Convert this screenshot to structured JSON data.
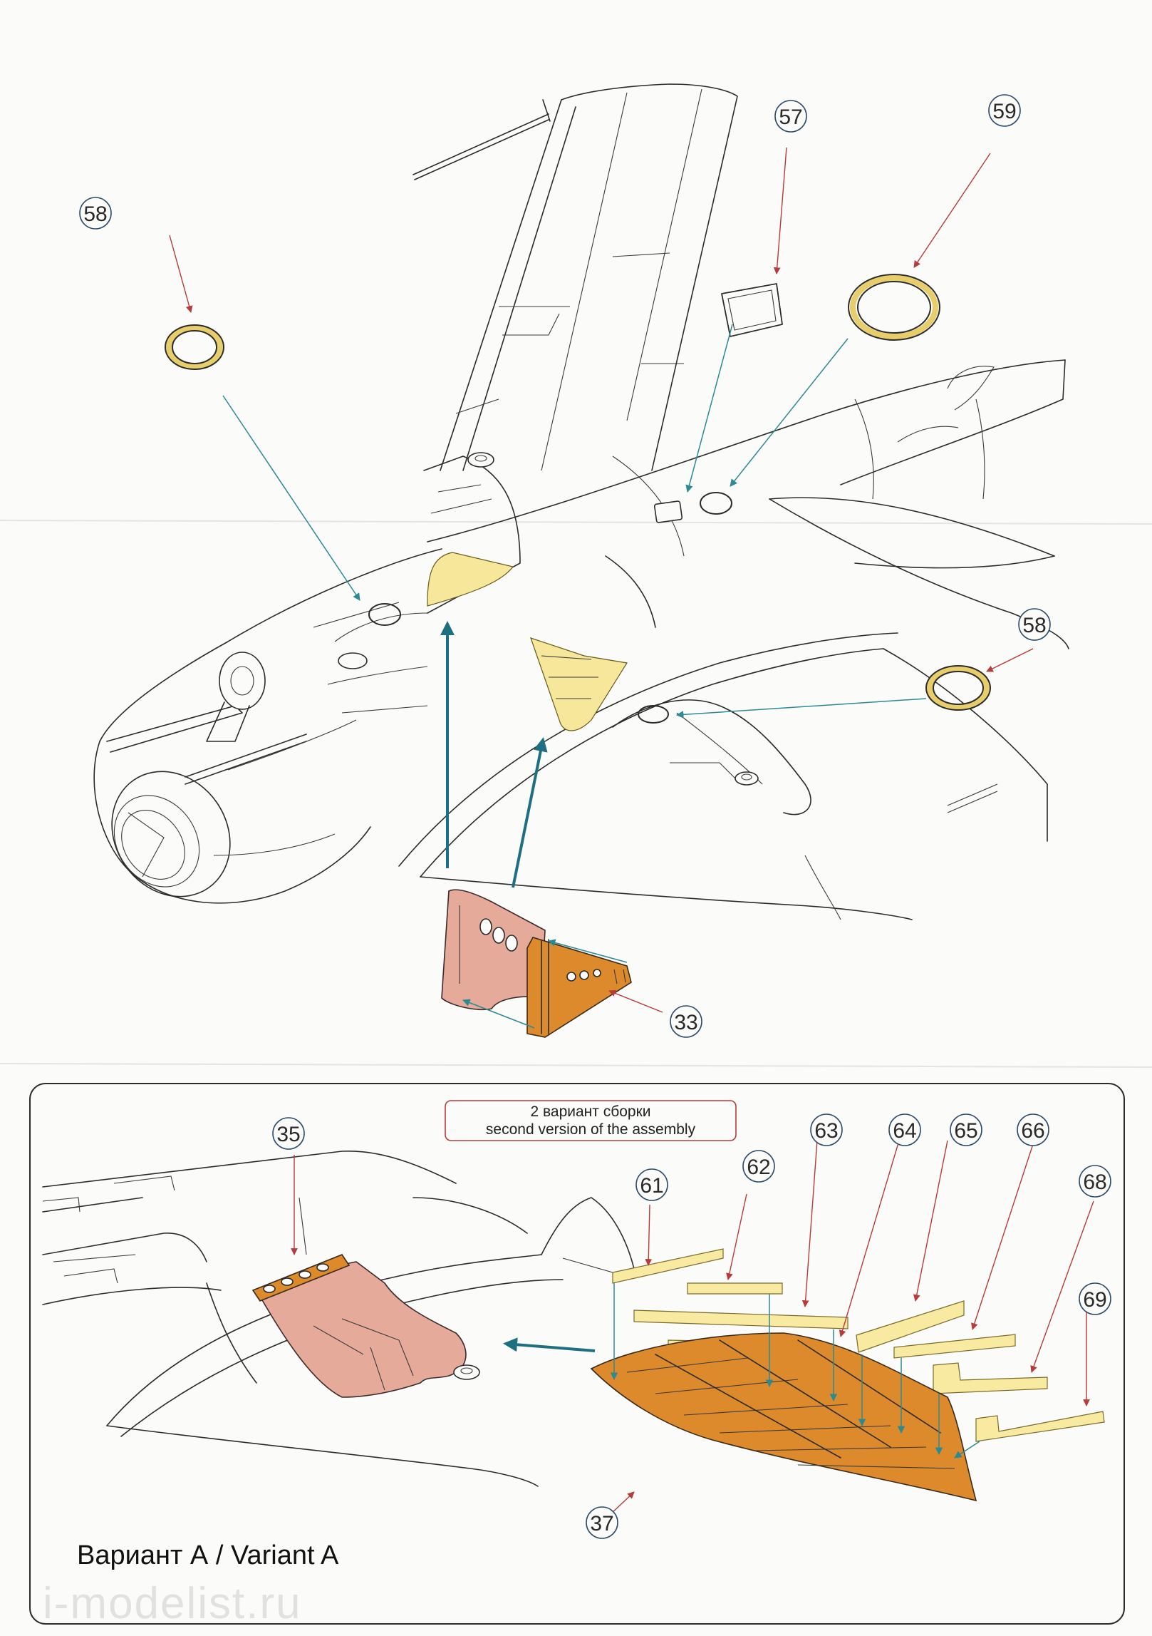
{
  "labels": {
    "l58a": "58",
    "l57": "57",
    "l59": "59",
    "l58b": "58",
    "l33": "33",
    "l35": "35",
    "l61": "61",
    "l62": "62",
    "l63": "63",
    "l64": "64",
    "l65": "65",
    "l66": "66",
    "l68": "68",
    "l69": "69",
    "l37": "37"
  },
  "assembly_note": {
    "line1": "2 вариант сборки",
    "line2": "second version of the assembly"
  },
  "variant_title": "Вариант А / Variant A",
  "watermark": "i-modelist.ru",
  "colors": {
    "photoetch_gold": "#e8cd6b",
    "pale_yellow_part": "#f8eaa0",
    "pink_bay": "#e6aa9b",
    "orange_part": "#dd8a2c",
    "arrow_red": "#b83a3a",
    "arrow_teal": "#2c8a93",
    "arrow_blue": "#1f6f82"
  }
}
